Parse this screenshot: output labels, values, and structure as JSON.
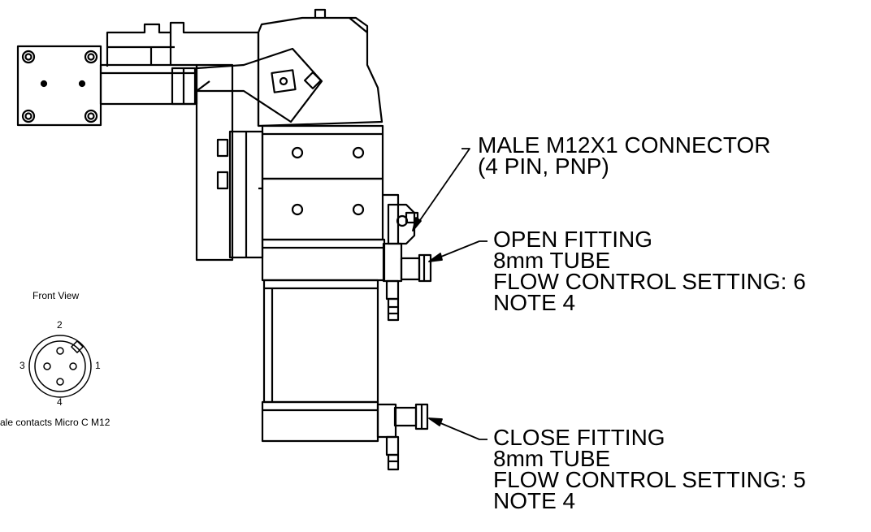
{
  "callouts": {
    "connector": {
      "line1": "MALE M12X1 CONNECTOR",
      "line2": "(4 PIN, PNP)"
    },
    "open_fitting": {
      "line1": "OPEN FITTING",
      "line2": "8mm TUBE",
      "line3": "FLOW CONTROL SETTING: 6",
      "line4": "NOTE 4"
    },
    "close_fitting": {
      "line1": "CLOSE FITTING",
      "line2": "8mm TUBE",
      "line3": "FLOW CONTROL SETTING: 5",
      "line4": "NOTE 4"
    }
  },
  "connector_view": {
    "title": "Front  View",
    "caption": "ale contacts Micro C M12",
    "pins": {
      "p1": "1",
      "p2": "2",
      "p3": "3",
      "p4": "4"
    }
  }
}
